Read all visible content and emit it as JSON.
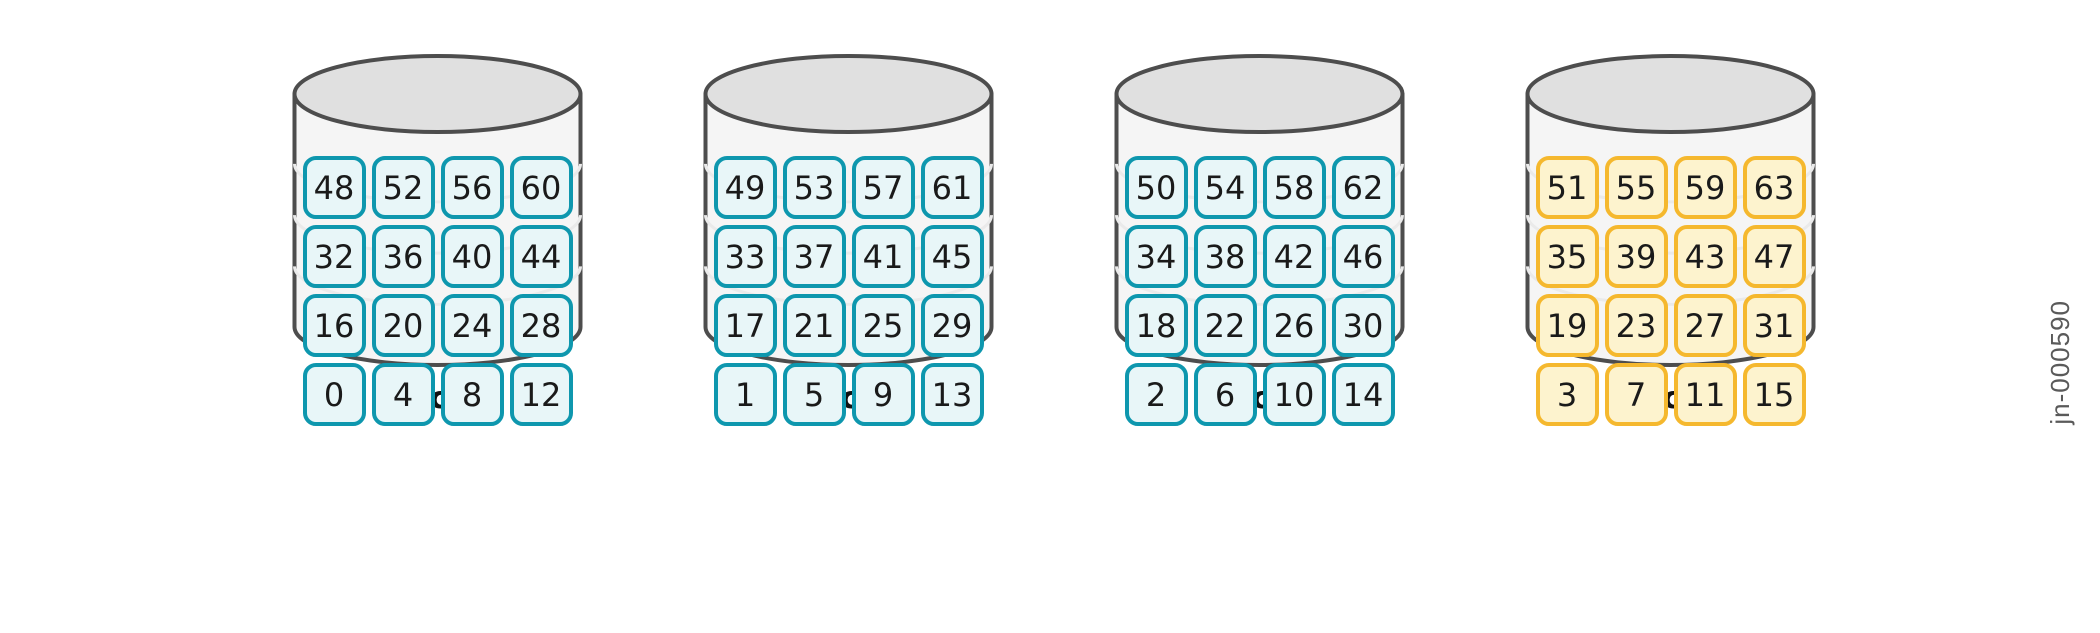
{
  "figure": {
    "watermark": "jn-000590",
    "stack_count": 4,
    "grid_rows": 4,
    "grid_cols": 4
  },
  "palette": {
    "cylinder_top_fill": "#E0E0E0",
    "cylinder_body_fill": "#F5F5F5",
    "cylinder_stroke": "#4D4D4D",
    "band_line": "#EAEAEA",
    "teal_border": "#0E97AE",
    "teal_fill": "#E8F6F8",
    "amber_border": "#F5B82E",
    "amber_fill": "#FDF3CE",
    "label_color": "#111111",
    "watermark_color": "#5A5A5A"
  },
  "stacks": [
    {
      "label": "Stack-0",
      "accent": "teal",
      "rows": [
        [
          "48",
          "52",
          "56",
          "60"
        ],
        [
          "32",
          "36",
          "40",
          "44"
        ],
        [
          "16",
          "20",
          "24",
          "28"
        ],
        [
          "0",
          "4",
          "8",
          "12"
        ]
      ]
    },
    {
      "label": "Stack-1",
      "accent": "teal",
      "rows": [
        [
          "49",
          "53",
          "57",
          "61"
        ],
        [
          "33",
          "37",
          "41",
          "45"
        ],
        [
          "17",
          "21",
          "25",
          "29"
        ],
        [
          "1",
          "5",
          "9",
          "13"
        ]
      ]
    },
    {
      "label": "Stack-2",
      "accent": "teal",
      "rows": [
        [
          "50",
          "54",
          "58",
          "62"
        ],
        [
          "34",
          "38",
          "42",
          "46"
        ],
        [
          "18",
          "22",
          "26",
          "30"
        ],
        [
          "2",
          "6",
          "10",
          "14"
        ]
      ]
    },
    {
      "label": "Stack-3",
      "accent": "amber",
      "rows": [
        [
          "51",
          "55",
          "59",
          "63"
        ],
        [
          "35",
          "39",
          "43",
          "47"
        ],
        [
          "19",
          "23",
          "27",
          "31"
        ],
        [
          "3",
          "7",
          "11",
          "15"
        ]
      ]
    }
  ]
}
